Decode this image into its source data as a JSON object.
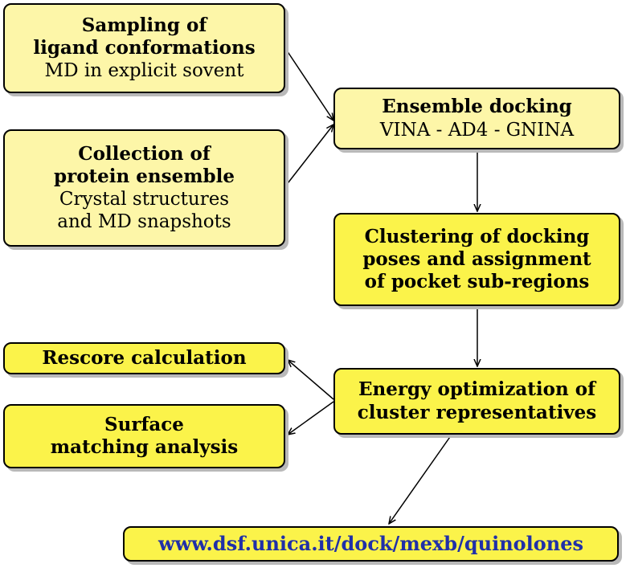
{
  "nodes": {
    "sampling": {
      "title_lines": [
        "Sampling of",
        "ligand conformations"
      ],
      "sub_lines": [
        "MD in explicit sovent"
      ]
    },
    "collection": {
      "title_lines": [
        "Collection of",
        "protein ensemble"
      ],
      "sub_lines": [
        "Crystal structures",
        "and MD snapshots"
      ]
    },
    "docking": {
      "title_lines": [
        "Ensemble docking"
      ],
      "sub_lines": [
        "VINA - AD4 - GNINA"
      ]
    },
    "clustering": {
      "title_lines": [
        "Clustering of docking",
        "poses and assignment",
        "of pocket sub-regions"
      ],
      "sub_lines": []
    },
    "energy": {
      "title_lines": [
        "Energy optimization of",
        "cluster representatives"
      ],
      "sub_lines": []
    },
    "rescore": {
      "title_lines": [
        "Rescore calculation"
      ],
      "sub_lines": []
    },
    "surface": {
      "title_lines": [
        "Surface",
        "matching analysis"
      ],
      "sub_lines": []
    },
    "url": {
      "title_lines": [
        "www.dsf.unica.it/dock/mexb/quinolones"
      ],
      "sub_lines": []
    }
  },
  "colors": {
    "light_box": "#fdf6a8",
    "bright_box": "#fbf34a",
    "link_text": "#2030a8",
    "border": "#000000",
    "shadow": "#b9b9b9"
  }
}
